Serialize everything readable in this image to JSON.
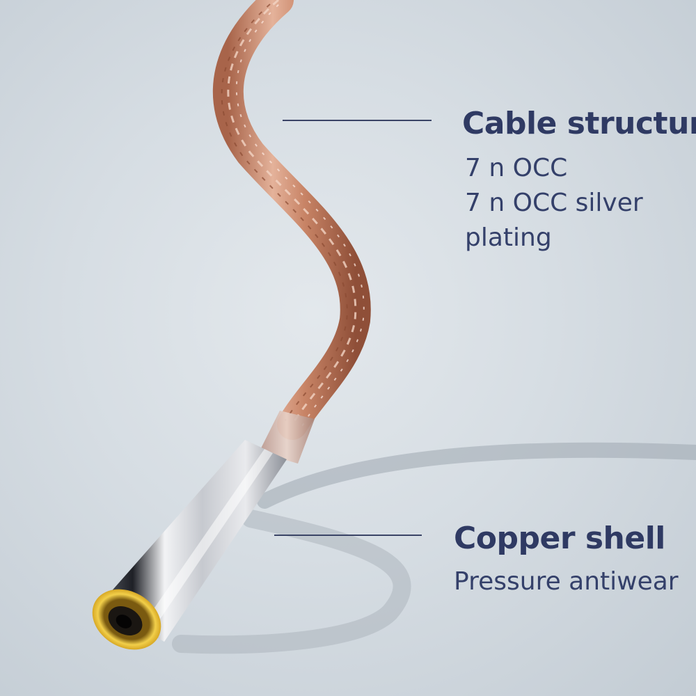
{
  "callouts": {
    "cable_structure": {
      "title": "Cable structure",
      "lines": [
        "7 n OCC",
        "7 n OCC silver",
        "plating"
      ]
    },
    "copper_shell": {
      "title": "Copper shell",
      "lines": [
        "Pressure antiwear"
      ]
    }
  },
  "colors": {
    "text": "#2f3a63",
    "leader": "#3a4466",
    "cable": "#c98a6e",
    "shell": "#b9bcc2",
    "gold_rim": "#d8a820"
  }
}
